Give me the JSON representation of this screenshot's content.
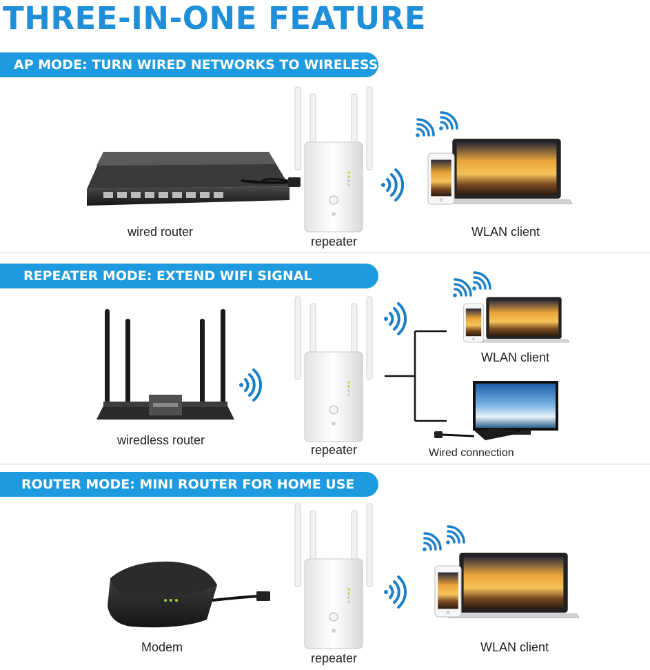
{
  "title": "THREE-IN-ONE FEATURE",
  "sections": [
    {
      "banner": "AP MODE: TURN WIRED NETWORKS TO WIRELESS",
      "source_label": "wired router",
      "repeater_label": "repeater",
      "client_label": "WLAN client"
    },
    {
      "banner": "REPEATER MODE: EXTEND WIFI SIGNAL",
      "source_label": "wiredless router",
      "repeater_label": "repeater",
      "client_label": "WLAN client",
      "wired_label": "Wired connection"
    },
    {
      "banner": "ROUTER MODE: MINI ROUTER FOR HOME USE",
      "source_label": "Modem",
      "repeater_label": "repeater",
      "client_label": "WLAN client"
    }
  ],
  "colors": {
    "accent": "#1e9be0",
    "signal": "#1a7fc8"
  },
  "icons": [
    "wired-router-icon",
    "wireless-router-icon",
    "modem-icon",
    "repeater-icon",
    "wifi-signal-icon",
    "laptop-icon",
    "phone-icon",
    "tv-icon",
    "cable-icon"
  ]
}
